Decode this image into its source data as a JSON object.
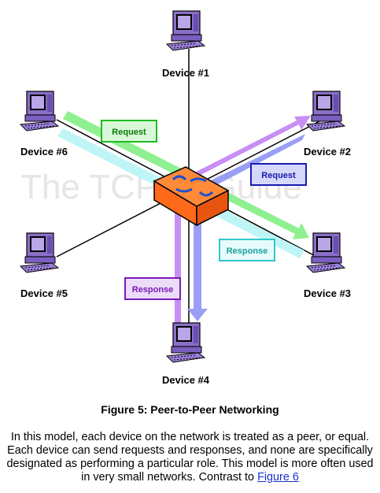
{
  "watermark": "The TCP/IP Guide",
  "devices": [
    {
      "label": "Device #1"
    },
    {
      "label": "Device #2"
    },
    {
      "label": "Device #3"
    },
    {
      "label": "Device #4"
    },
    {
      "label": "Device #5"
    },
    {
      "label": "Device #6"
    }
  ],
  "flows": {
    "request_6_3": "Request",
    "request_2_4": "Request",
    "response_3_6": "Response",
    "response_4_2": "Response"
  },
  "colors": {
    "green": "#8ff08f",
    "cyan": "#bff5f5",
    "lavender": "#c78ff5",
    "periwinkle": "#9a9ff5",
    "hub": "#ff6a1a"
  },
  "caption": "Figure 5: Peer-to-Peer Networking",
  "description": {
    "text": "In this model, each device on the network is treated as a peer, or equal. Each device can send requests and responses, and none are specifically designated as performing a particular role. This model is more often used in very small networks. Contrast to",
    "link": "Figure 6"
  }
}
